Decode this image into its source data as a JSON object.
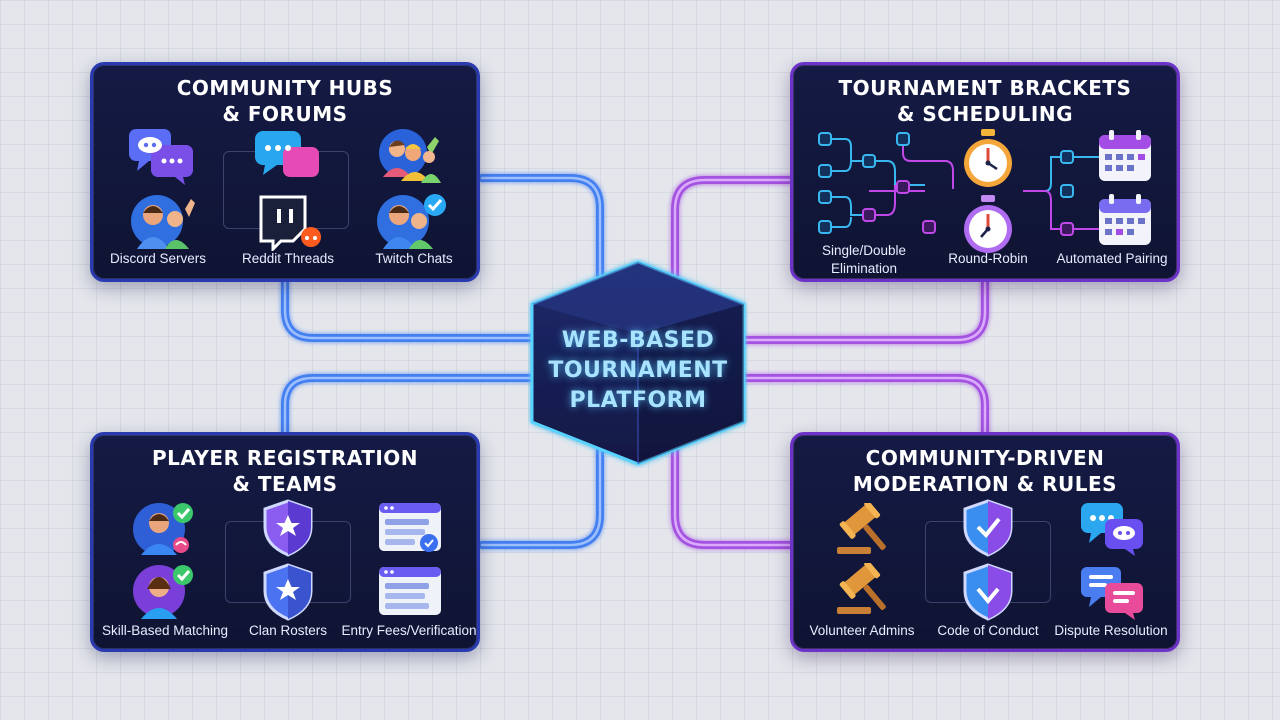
{
  "hub": {
    "line1": "WEB-BASED",
    "line2": "TOURNAMENT",
    "line3": "PLATFORM"
  },
  "panels": {
    "community": {
      "title_line1": "COMMUNITY HUBS",
      "title_line2": "& FORUMS",
      "labels": [
        "Discord Servers",
        "Reddit Threads",
        "Twitch Chats"
      ]
    },
    "brackets": {
      "title_line1": "TOURNAMENT BRACKETS",
      "title_line2": "& SCHEDULING",
      "labels": [
        "Single/Double",
        "Elimination",
        "Round-Robin",
        "Automated Pairing"
      ]
    },
    "registration": {
      "title_line1": "PLAYER REGISTRATION",
      "title_line2": "& TEAMS",
      "labels": [
        "Skill-Based Matching",
        "Clan Rosters",
        "Entry Fees/Verification"
      ]
    },
    "moderation": {
      "title_line1": "COMMUNITY-DRIVEN",
      "title_line2": "MODERATION & RULES",
      "labels": [
        "Volunteer Admins",
        "Code of Conduct",
        "Dispute Resolution"
      ]
    }
  },
  "icons": [
    "chat-bubbles-icon",
    "message-bubbles-icon",
    "people-group-icon",
    "people-waving-icon",
    "twitch-icon",
    "people-verified-icon",
    "bracket-tree-icon",
    "stopwatch-icon",
    "calendar-icon",
    "user-verified-icon",
    "shield-star-icon",
    "form-window-icon",
    "gavel-icon",
    "shield-check-icon",
    "shield-down-icon",
    "dispute-chat-icon"
  ],
  "colors": {
    "blue_wire": "#3f7df0",
    "purple_wire": "#a34fe0",
    "panel_bg": "#131842",
    "hub_glow": "#59d2ff"
  }
}
